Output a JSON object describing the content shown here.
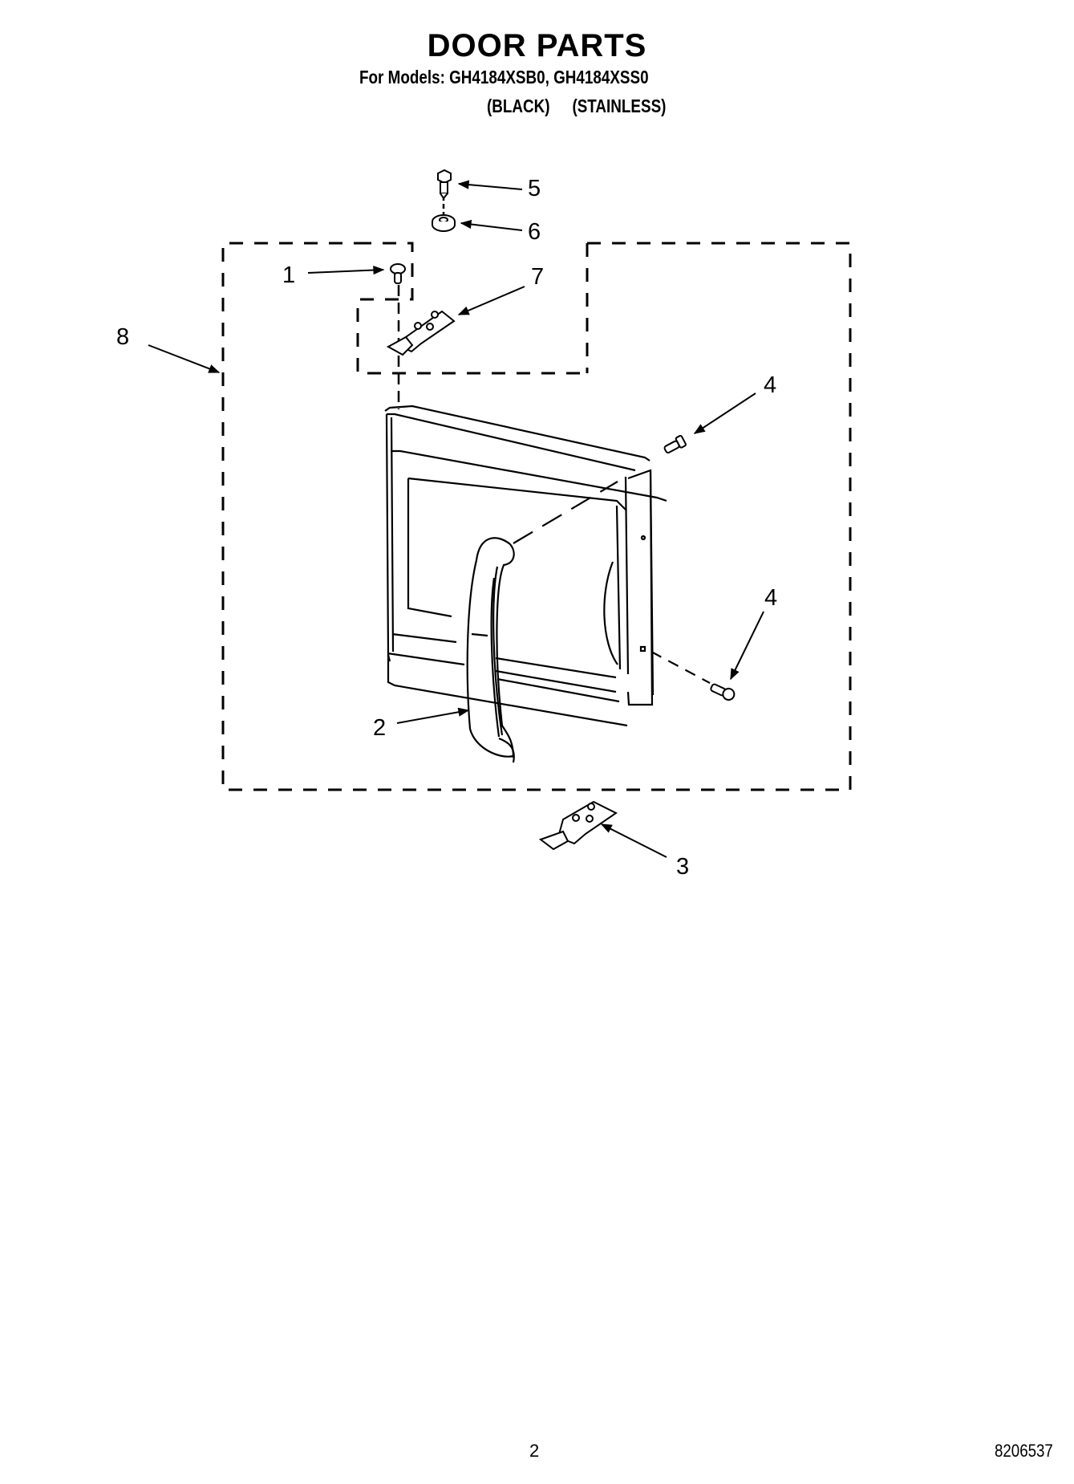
{
  "header": {
    "title": "DOOR PARTS",
    "models_line": "For Models: GH4184XSB0, GH4184XSS0",
    "variants": [
      "(BLACK)",
      "(STAINLESS)"
    ]
  },
  "diagram": {
    "callouts": [
      {
        "id": "1",
        "label": "1",
        "part": "pin"
      },
      {
        "id": "2",
        "label": "2",
        "part": "door-handle"
      },
      {
        "id": "3",
        "label": "3",
        "part": "lower-hinge-bracket"
      },
      {
        "id": "4a",
        "label": "4",
        "part": "handle-screw-upper"
      },
      {
        "id": "4b",
        "label": "4",
        "part": "handle-screw-lower"
      },
      {
        "id": "5",
        "label": "5",
        "part": "hinge-screw"
      },
      {
        "id": "6",
        "label": "6",
        "part": "washer"
      },
      {
        "id": "7",
        "label": "7",
        "part": "upper-hinge-bracket"
      },
      {
        "id": "8",
        "label": "8",
        "part": "door-assembly"
      }
    ]
  },
  "footer": {
    "page_number": "2",
    "document_number": "8206537"
  }
}
